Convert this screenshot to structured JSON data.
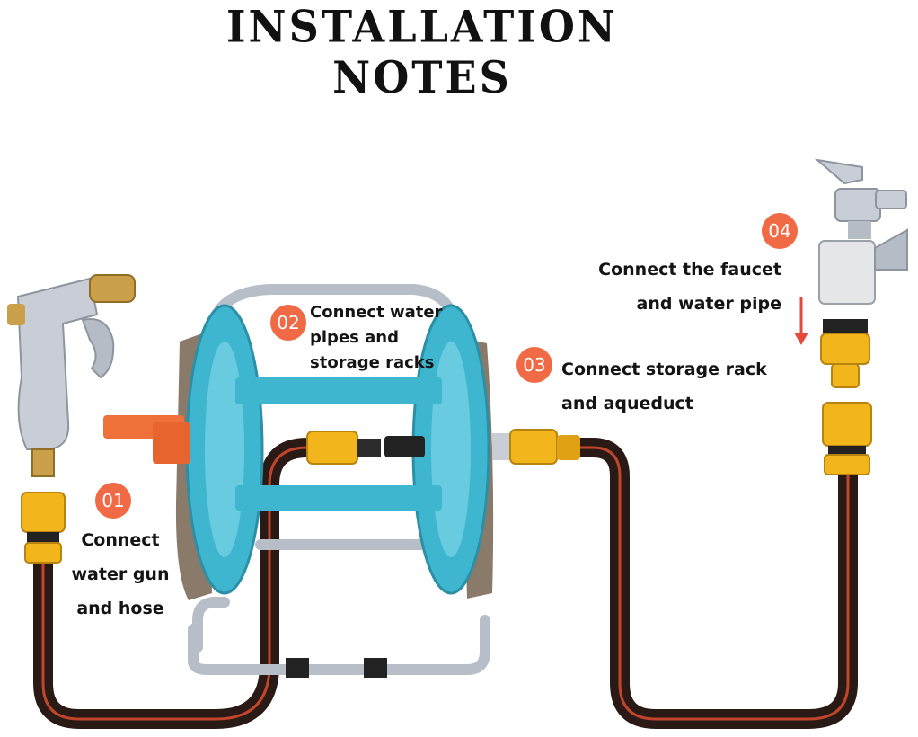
{
  "title": "INSTALLATION NOTES",
  "steps": [
    {
      "num": "01",
      "lines": [
        "Connect",
        "water gun",
        "and hose"
      ]
    },
    {
      "num": "02",
      "lines": [
        "Connect water",
        "pipes and",
        "storage racks"
      ]
    },
    {
      "num": "03",
      "lines": [
        "Connect storage rack",
        "and aqueduct"
      ]
    },
    {
      "num": "04",
      "lines": [
        "Connect the faucet",
        "and water pipe"
      ]
    }
  ],
  "colors": {
    "badge": "#ef6a45",
    "reel": "#3fb6cf",
    "reel_frame": "#8a7a6a",
    "connector": "#f2b51c",
    "hose": "#2a1a16",
    "hose_stripe": "#c0452a",
    "metal": "#c9ced6",
    "brass": "#caa04a",
    "arrow": "#e5493a"
  }
}
